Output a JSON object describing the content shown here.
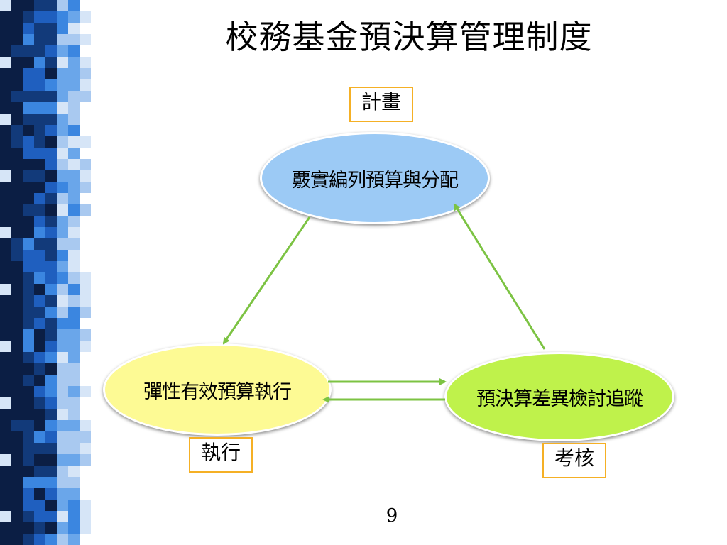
{
  "slide": {
    "title": "校務基金預決算管理制度",
    "page_number": "9"
  },
  "stages": {
    "plan": {
      "label": "計畫",
      "node_text": "覈實編列預算與分配",
      "node_color": "#9ccaf5"
    },
    "execute": {
      "label": "執行",
      "node_text": "彈性有效預算執行",
      "node_color": "#fdfa94"
    },
    "review": {
      "label": "考核",
      "node_text": "預決算差異檢討追蹤",
      "node_color": "#bff24b"
    }
  },
  "colors": {
    "arrow": "#7cc343",
    "label_border": "#f5b025",
    "side_strip": [
      "#0b1e44",
      "#123a7a",
      "#1f5fbf",
      "#3b86e0",
      "#6aa6ea",
      "#a9c9f0",
      "#d6e5f7",
      "#ffffff"
    ]
  }
}
